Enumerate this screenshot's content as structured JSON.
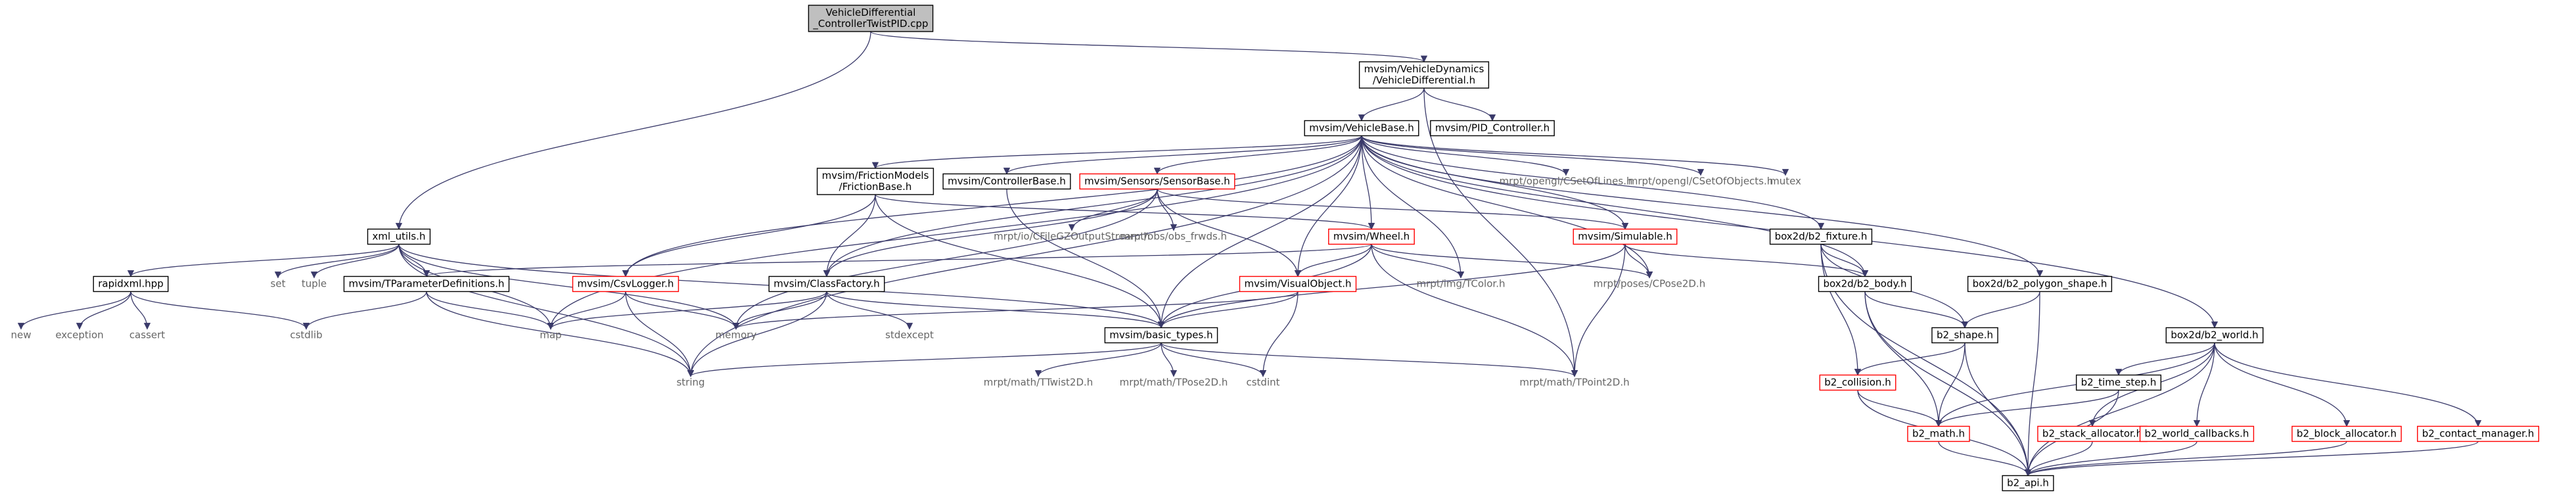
{
  "colors": {
    "root_fill": "#bfbfbf",
    "box_stroke": "#000000",
    "truncated_stroke": "#ff0000",
    "external_text": "#666666",
    "edge": "#3a3a6a"
  },
  "nodes": [
    {
      "id": "root",
      "lines": [
        "VehicleDifferential",
        "_ControllerTwistPID.cpp"
      ],
      "kind": "root"
    },
    {
      "id": "vdiff",
      "lines": [
        "mvsim/VehicleDynamics",
        "/VehicleDifferential.h"
      ],
      "kind": "box"
    },
    {
      "id": "xml",
      "lines": [
        "xml_utils.h"
      ],
      "kind": "box"
    },
    {
      "id": "vbase",
      "lines": [
        "mvsim/VehicleBase.h"
      ],
      "kind": "box"
    },
    {
      "id": "pid",
      "lines": [
        "mvsim/PID_Controller.h"
      ],
      "kind": "box"
    },
    {
      "id": "friction",
      "lines": [
        "mvsim/FrictionModels",
        "/FrictionBase.h"
      ],
      "kind": "box"
    },
    {
      "id": "ctrlbase",
      "lines": [
        "mvsim/ControllerBase.h"
      ],
      "kind": "box"
    },
    {
      "id": "sensor",
      "lines": [
        "mvsim/Sensors/SensorBase.h"
      ],
      "kind": "truncated"
    },
    {
      "id": "lines",
      "lines": [
        "mrpt/opengl/CSetOfLines.h"
      ],
      "kind": "external"
    },
    {
      "id": "objs",
      "lines": [
        "mrpt/opengl/CSetOfObjects.h"
      ],
      "kind": "external"
    },
    {
      "id": "mutex",
      "lines": [
        "mutex"
      ],
      "kind": "external"
    },
    {
      "id": "rapid",
      "lines": [
        "rapidxml.hpp"
      ],
      "kind": "box"
    },
    {
      "id": "set",
      "lines": [
        "set"
      ],
      "kind": "external"
    },
    {
      "id": "tuple",
      "lines": [
        "tuple"
      ],
      "kind": "external"
    },
    {
      "id": "tparam",
      "lines": [
        "mvsim/TParameterDefinitions.h"
      ],
      "kind": "box"
    },
    {
      "id": "csv",
      "lines": [
        "mvsim/CsvLogger.h"
      ],
      "kind": "truncated"
    },
    {
      "id": "cfile",
      "lines": [
        "mrpt/io/CFileGZOutputStream.h"
      ],
      "kind": "external"
    },
    {
      "id": "frwds",
      "lines": [
        "mrpt/obs/obs_frwds.h"
      ],
      "kind": "external"
    },
    {
      "id": "wheel",
      "lines": [
        "mvsim/Wheel.h"
      ],
      "kind": "truncated"
    },
    {
      "id": "simulable",
      "lines": [
        "mvsim/Simulable.h"
      ],
      "kind": "truncated"
    },
    {
      "id": "fixture",
      "lines": [
        "box2d/b2_fixture.h"
      ],
      "kind": "box"
    },
    {
      "id": "classfactory",
      "lines": [
        "mvsim/ClassFactory.h"
      ],
      "kind": "box"
    },
    {
      "id": "visual",
      "lines": [
        "mvsim/VisualObject.h"
      ],
      "kind": "truncated"
    },
    {
      "id": "tcolor",
      "lines": [
        "mrpt/img/TColor.h"
      ],
      "kind": "external"
    },
    {
      "id": "cpose",
      "lines": [
        "mrpt/poses/CPose2D.h"
      ],
      "kind": "external"
    },
    {
      "id": "body",
      "lines": [
        "box2d/b2_body.h"
      ],
      "kind": "box"
    },
    {
      "id": "polygon",
      "lines": [
        "box2d/b2_polygon_shape.h"
      ],
      "kind": "box"
    },
    {
      "id": "world",
      "lines": [
        "box2d/b2_world.h"
      ],
      "kind": "box"
    },
    {
      "id": "new",
      "lines": [
        "new"
      ],
      "kind": "external"
    },
    {
      "id": "exception",
      "lines": [
        "exception"
      ],
      "kind": "external"
    },
    {
      "id": "cassert",
      "lines": [
        "cassert"
      ],
      "kind": "external"
    },
    {
      "id": "cstdlib",
      "lines": [
        "cstdlib"
      ],
      "kind": "external"
    },
    {
      "id": "map",
      "lines": [
        "map"
      ],
      "kind": "external"
    },
    {
      "id": "memory",
      "lines": [
        "memory"
      ],
      "kind": "external"
    },
    {
      "id": "stdexcept",
      "lines": [
        "stdexcept"
      ],
      "kind": "external"
    },
    {
      "id": "basic",
      "lines": [
        "mvsim/basic_types.h"
      ],
      "kind": "box"
    },
    {
      "id": "shape",
      "lines": [
        "b2_shape.h"
      ],
      "kind": "box"
    },
    {
      "id": "timestep",
      "lines": [
        "b2_time_step.h"
      ],
      "kind": "box"
    },
    {
      "id": "collision",
      "lines": [
        "b2_collision.h"
      ],
      "kind": "truncated"
    },
    {
      "id": "string",
      "lines": [
        "string"
      ],
      "kind": "external"
    },
    {
      "id": "twist",
      "lines": [
        "mrpt/math/TTwist2D.h"
      ],
      "kind": "external"
    },
    {
      "id": "tpose",
      "lines": [
        "mrpt/math/TPose2D.h"
      ],
      "kind": "external"
    },
    {
      "id": "cstdint",
      "lines": [
        "cstdint"
      ],
      "kind": "external"
    },
    {
      "id": "tpoint",
      "lines": [
        "mrpt/math/TPoint2D.h"
      ],
      "kind": "external"
    },
    {
      "id": "math",
      "lines": [
        "b2_math.h"
      ],
      "kind": "truncated"
    },
    {
      "id": "stack",
      "lines": [
        "b2_stack_allocator.h"
      ],
      "kind": "truncated"
    },
    {
      "id": "callbacks",
      "lines": [
        "b2_world_callbacks.h"
      ],
      "kind": "truncated"
    },
    {
      "id": "block",
      "lines": [
        "b2_block_allocator.h"
      ],
      "kind": "truncated"
    },
    {
      "id": "contact",
      "lines": [
        "b2_contact_manager.h"
      ],
      "kind": "truncated"
    },
    {
      "id": "api",
      "lines": [
        "b2_api.h"
      ],
      "kind": "box"
    }
  ],
  "edges": [
    [
      "root",
      "vdiff"
    ],
    [
      "root",
      "xml"
    ],
    [
      "vdiff",
      "vbase"
    ],
    [
      "vdiff",
      "pid"
    ],
    [
      "vdiff",
      "tpoint"
    ],
    [
      "xml",
      "rapid"
    ],
    [
      "xml",
      "set"
    ],
    [
      "xml",
      "tuple"
    ],
    [
      "xml",
      "tparam"
    ],
    [
      "xml",
      "map"
    ],
    [
      "xml",
      "memory"
    ],
    [
      "xml",
      "string"
    ],
    [
      "xml",
      "basic"
    ],
    [
      "vbase",
      "friction"
    ],
    [
      "vbase",
      "ctrlbase"
    ],
    [
      "vbase",
      "sensor"
    ],
    [
      "vbase",
      "lines"
    ],
    [
      "vbase",
      "objs"
    ],
    [
      "vbase",
      "mutex"
    ],
    [
      "vbase",
      "csv"
    ],
    [
      "vbase",
      "wheel"
    ],
    [
      "vbase",
      "simulable"
    ],
    [
      "vbase",
      "fixture"
    ],
    [
      "vbase",
      "classfactory"
    ],
    [
      "vbase",
      "visual"
    ],
    [
      "vbase",
      "tcolor"
    ],
    [
      "vbase",
      "cpose"
    ],
    [
      "vbase",
      "body"
    ],
    [
      "vbase",
      "polygon"
    ],
    [
      "vbase",
      "world"
    ],
    [
      "vbase",
      "map"
    ],
    [
      "vbase",
      "string"
    ],
    [
      "vbase",
      "basic"
    ],
    [
      "friction",
      "csv"
    ],
    [
      "friction",
      "wheel"
    ],
    [
      "friction",
      "classfactory"
    ],
    [
      "friction",
      "basic"
    ],
    [
      "ctrlbase",
      "basic"
    ],
    [
      "sensor",
      "cfile"
    ],
    [
      "sensor",
      "frwds"
    ],
    [
      "sensor",
      "simulable"
    ],
    [
      "sensor",
      "classfactory"
    ],
    [
      "sensor",
      "visual"
    ],
    [
      "sensor",
      "memory"
    ],
    [
      "rapid",
      "new"
    ],
    [
      "rapid",
      "exception"
    ],
    [
      "rapid",
      "cassert"
    ],
    [
      "rapid",
      "cstdlib"
    ],
    [
      "tparam",
      "cstdlib"
    ],
    [
      "tparam",
      "map"
    ],
    [
      "tparam",
      "string"
    ],
    [
      "csv",
      "map"
    ],
    [
      "csv",
      "memory"
    ],
    [
      "csv",
      "string"
    ],
    [
      "wheel",
      "tparam"
    ],
    [
      "wheel",
      "visual"
    ],
    [
      "wheel",
      "tcolor"
    ],
    [
      "wheel",
      "cpose"
    ],
    [
      "wheel",
      "basic"
    ],
    [
      "wheel",
      "tpoint"
    ],
    [
      "simulable",
      "cpose"
    ],
    [
      "simulable",
      "body"
    ],
    [
      "simulable",
      "basic"
    ],
    [
      "simulable",
      "tpoint"
    ],
    [
      "fixture",
      "body"
    ],
    [
      "fixture",
      "shape"
    ],
    [
      "fixture",
      "collision"
    ],
    [
      "fixture",
      "api"
    ],
    [
      "classfactory",
      "map"
    ],
    [
      "classfactory",
      "memory"
    ],
    [
      "classfactory",
      "stdexcept"
    ],
    [
      "classfactory",
      "string"
    ],
    [
      "classfactory",
      "basic"
    ],
    [
      "visual",
      "memory"
    ],
    [
      "visual",
      "basic"
    ],
    [
      "visual",
      "cstdint"
    ],
    [
      "body",
      "shape"
    ],
    [
      "body",
      "math"
    ],
    [
      "body",
      "api"
    ],
    [
      "polygon",
      "shape"
    ],
    [
      "polygon",
      "api"
    ],
    [
      "world",
      "timestep"
    ],
    [
      "world",
      "math"
    ],
    [
      "world",
      "stack"
    ],
    [
      "world",
      "callbacks"
    ],
    [
      "world",
      "block"
    ],
    [
      "world",
      "contact"
    ],
    [
      "world",
      "api"
    ],
    [
      "basic",
      "string"
    ],
    [
      "basic",
      "twist"
    ],
    [
      "basic",
      "tpose"
    ],
    [
      "basic",
      "cstdint"
    ],
    [
      "basic",
      "tpoint"
    ],
    [
      "shape",
      "collision"
    ],
    [
      "shape",
      "math"
    ],
    [
      "shape",
      "api"
    ],
    [
      "timestep",
      "math"
    ],
    [
      "timestep",
      "api"
    ],
    [
      "collision",
      "math"
    ],
    [
      "collision",
      "api"
    ],
    [
      "math",
      "api"
    ],
    [
      "stack",
      "api"
    ],
    [
      "callbacks",
      "api"
    ],
    [
      "block",
      "api"
    ],
    [
      "contact",
      "api"
    ]
  ]
}
